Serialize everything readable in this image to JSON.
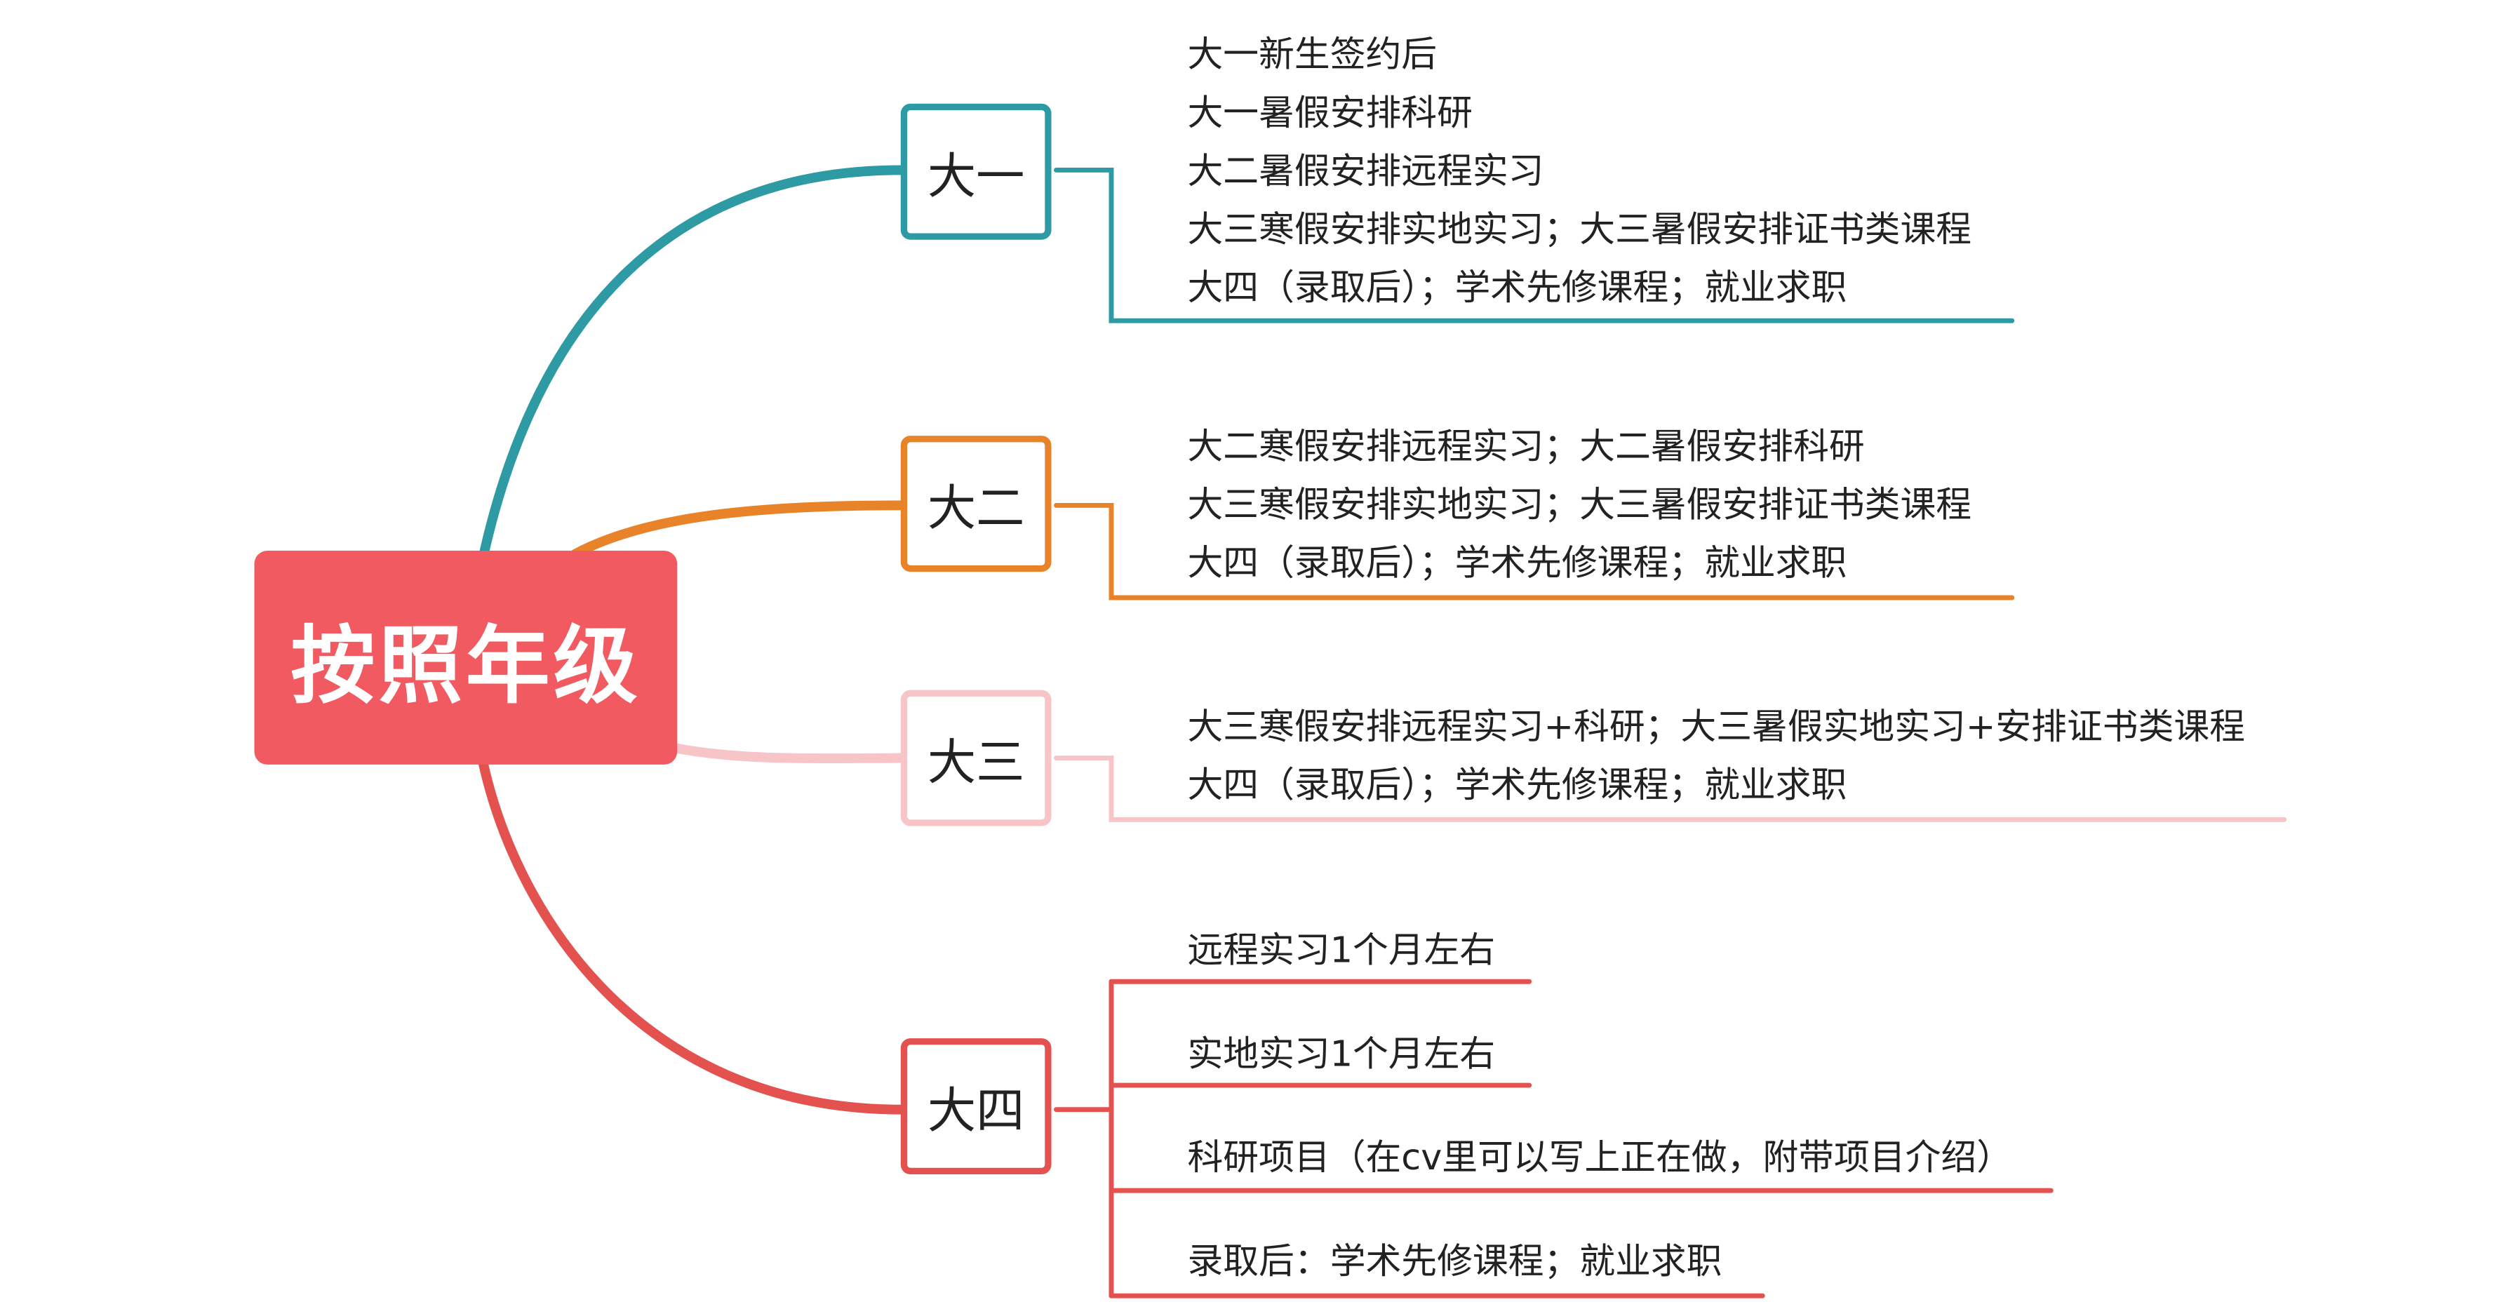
{
  "root": {
    "label": "按照年级",
    "color": "#f15a60"
  },
  "branches": [
    {
      "label": "大一",
      "color": "#2e9aa4",
      "items": [
        "大一新生签约后",
        "大一暑假安排科研",
        "大二暑假安排远程实习",
        "大三寒假安排实地实习；大三暑假安排证书类课程",
        "大四（录取后）；学术先修课程；就业求职"
      ]
    },
    {
      "label": "大二",
      "color": "#e8832a",
      "items": [
        "大二寒假安排远程实习；大二暑假安排科研",
        "大三寒假安排实地实习；大三暑假安排证书类课程",
        "大四（录取后）；学术先修课程；就业求职"
      ]
    },
    {
      "label": "大三",
      "color": "#f7c4c7",
      "items": [
        "大三寒假安排远程实习+科研；大三暑假实地实习+安排证书类课程",
        "大四（录取后）；学术先修课程；就业求职"
      ]
    },
    {
      "label": "大四",
      "color": "#e4524f",
      "items": [
        "远程实习1个月左右",
        "实地实习1个月左右",
        "科研项目（在cv里可以写上正在做，附带项目介绍）",
        "录取后：学术先修课程；就业求职"
      ]
    }
  ]
}
